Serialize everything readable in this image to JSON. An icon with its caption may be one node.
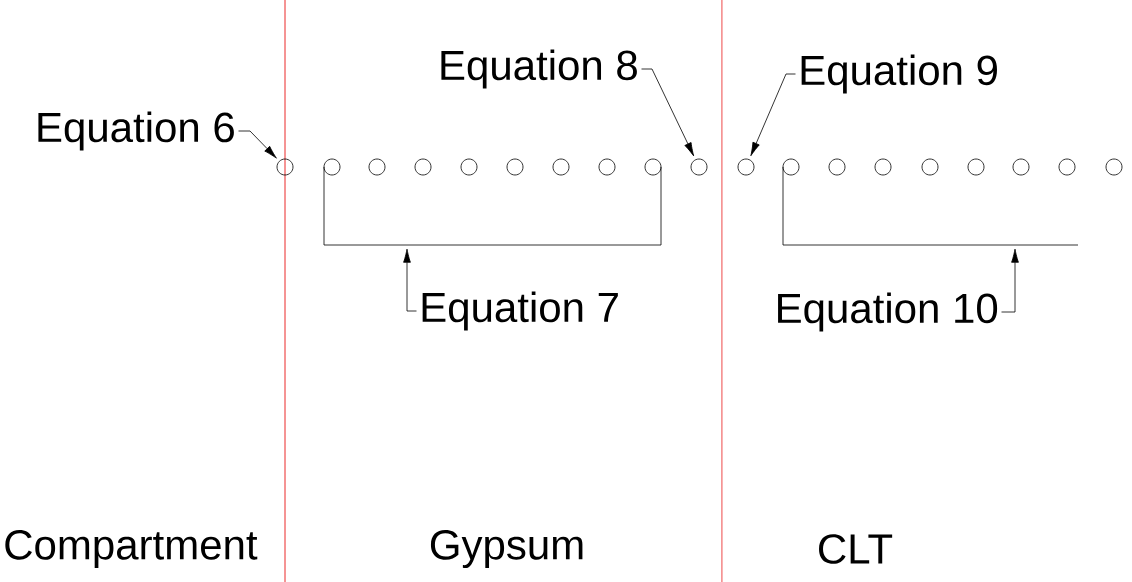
{
  "diagram": {
    "nodes": [
      {
        "text": [
          "Equation 6"
        ]
      },
      {
        "text": [
          "Equation 8"
        ]
      },
      {
        "text": [
          "Equation 9"
        ]
      },
      {
        "text": [],
        "shape": "circle"
      },
      {
        "text": [],
        "shape": "circle"
      },
      {
        "text": [],
        "shape": "circle"
      },
      {
        "text": [],
        "shape": "circle"
      },
      {
        "text": [],
        "shape": "circle"
      },
      {
        "text": [],
        "shape": "circle"
      },
      {
        "text": [],
        "shape": "circle"
      },
      {
        "text": [],
        "shape": "circle"
      },
      {
        "text": [],
        "shape": "circle"
      },
      {
        "text": [],
        "shape": "circle"
      },
      {
        "text": [],
        "shape": "circle"
      },
      {
        "text": [],
        "shape": "circle"
      },
      {
        "text": [],
        "shape": "circle"
      },
      {
        "text": [],
        "shape": "circle"
      },
      {
        "text": [],
        "shape": "circle"
      },
      {
        "text": [],
        "shape": "circle"
      },
      {
        "text": [],
        "shape": "circle"
      },
      {
        "text": [],
        "shape": "circle"
      },
      {
        "text": [],
        "shape": "circle"
      },
      {
        "text": [
          "Equation 7"
        ]
      },
      {
        "text": [
          "Equation 10"
        ]
      },
      {
        "text": [],
        "shape": "bracket"
      },
      {
        "text": [],
        "shape": "bracket"
      }
    ],
    "edges": [
      {
        "from": 0,
        "to": 3,
        "arrow": "to"
      },
      {
        "from": 1,
        "to": 12,
        "arrow": "to"
      },
      {
        "from": 2,
        "to": 13,
        "arrow": "to"
      },
      {
        "from": 22,
        "to": 24,
        "arrow": "to"
      },
      {
        "from": 23,
        "to": 25,
        "arrow": "to"
      }
    ],
    "labels": [
      "Compartment",
      "Gypsum",
      "CLT"
    ]
  }
}
